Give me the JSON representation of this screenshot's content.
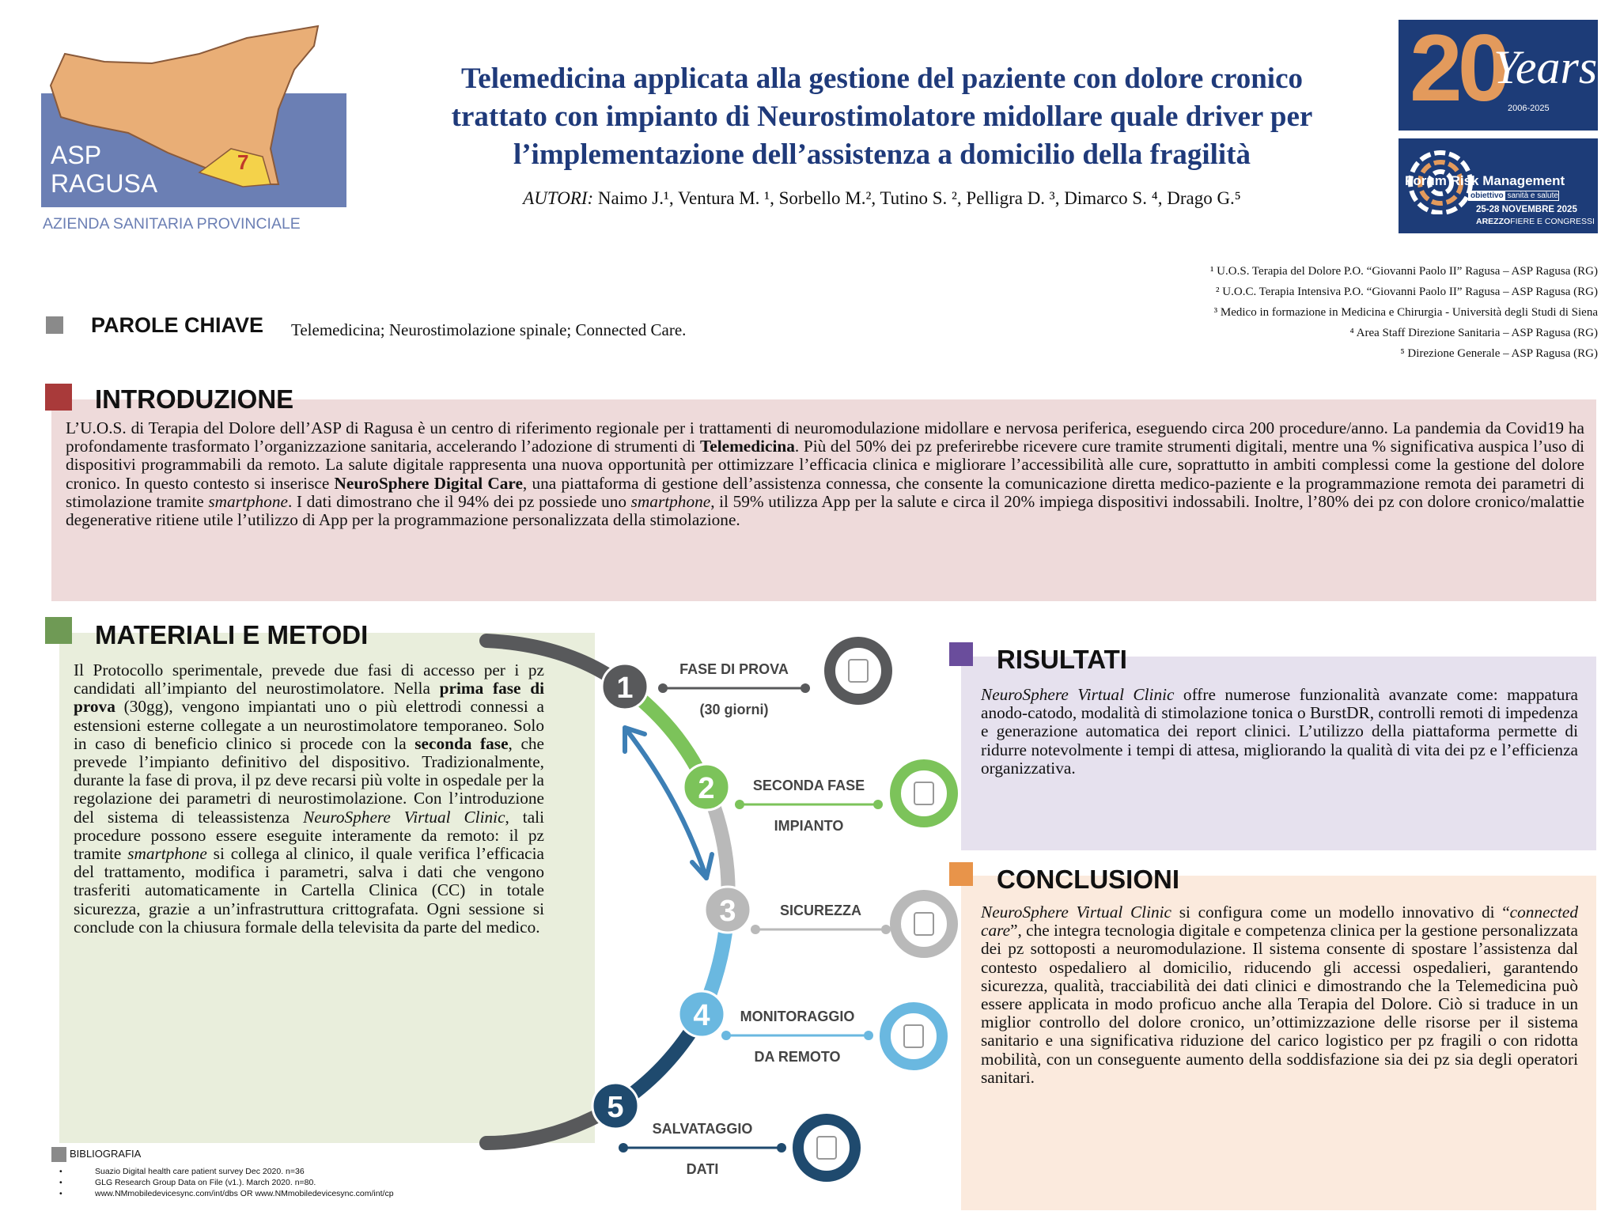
{
  "logo_left": {
    "line1": "ASP",
    "line2": "RAGUSA",
    "district": "7",
    "subtitle": "AZIENDA SANITARIA PROVINCIALE",
    "colors": {
      "map": "#e9ae76",
      "panel": "#6b7fb4"
    }
  },
  "logo_right": {
    "years_big": "20",
    "years_script": "Years",
    "years_range": "2006-2025",
    "forum": "Forum Risk Management",
    "tag1": "obiettivo",
    "tag2": "sanità e salute",
    "dates": "25-28 NOVEMBRE 2025",
    "venue1": "AREZZO",
    "venue2": "FIERE E CONGRESSI"
  },
  "header": {
    "title_lines": [
      "Telemedicina applicata alla gestione del paziente con dolore cronico",
      "trattato con impianto di Neurostimolatore midollare quale driver per",
      "l’implementazione dell’assistenza a domicilio della fragilità"
    ],
    "authors_label": "AUTORI:",
    "authors": " Naimo J.¹, Ventura M. ¹, Sorbello M.², Tutino S. ², Pelligra D. ³, Dimarco S. ⁴, Drago G.⁵"
  },
  "affiliations": [
    "¹ U.O.S. Terapia del Dolore P.O. “Giovanni Paolo II” Ragusa – ASP Ragusa (RG)",
    "² U.O.C. Terapia Intensiva P.O. “Giovanni Paolo II” Ragusa – ASP Ragusa (RG)",
    "³ Medico in formazione in Medicina e Chirurgia - Università degli Studi di Siena",
    "⁴ Area Staff Direzione Sanitaria – ASP Ragusa (RG)",
    "⁵ Direzione Generale – ASP Ragusa (RG)"
  ],
  "keywords": {
    "label": "PAROLE CHIAVE",
    "text": "Telemedicina; Neurostimolazione spinale; Connected Care."
  },
  "intro": {
    "heading": "INTRODUZIONE",
    "color": "#a93a3a",
    "bg": "#eedada",
    "segments": [
      "L’U.O.S. di Terapia del Dolore dell’ASP di Ragusa è un centro di riferimento regionale per i trattamenti di neuromodulazione midollare e nervosa periferica, eseguendo circa 200 procedure/anno. La pandemia da Covid19 ha profondamente trasformato l’organizzazione sanitaria, accelerando l’adozione di strumenti di ",
      "Telemedicina",
      ". Più del 50% dei pz preferirebbe ricevere cure tramite strumenti digitali, mentre una % significativa auspica l’uso di dispositivi programmabili da remoto. La salute digitale rappresenta una nuova opportunità per ottimizzare l’efficacia clinica e migliorare l’accessibilità alle cure, soprattutto in ambiti complessi come la gestione del dolore cronico. In questo contesto si inserisce ",
      "NeuroSphere Digital Care",
      ", una piattaforma di gestione dell’assistenza connessa, che consente la comunicazione diretta medico-paziente e la programmazione remota dei parametri di stimolazione tramite ",
      "smartphone",
      ". I dati dimostrano che il 94% dei pz possiede uno ",
      "smartphone",
      ", il 59% utilizza App per la salute e circa il 20% impiega dispositivi indossabili. Inoltre, l’80% dei pz con dolore cronico/malattie degenerative ritiene utile l’utilizzo di App per la programmazione personalizzata della stimolazione."
    ]
  },
  "methods": {
    "heading": "MATERIALI E METODI",
    "color": "#6f9a55",
    "bg": "#e9eedc",
    "segments": [
      "Il Protocollo sperimentale, prevede due fasi di accesso per i pz candidati all’impianto del neurostimolatore. Nella ",
      "prima fase di prova",
      " (30gg), vengono impiantati uno o più elettrodi connessi a estensioni esterne collegate a un neurostimolatore temporaneo. Solo in caso di beneficio clinico si procede con la ",
      "seconda fase",
      ", che prevede l’impianto definitivo del dispositivo. Tradizionalmente, durante la fase di prova, il pz deve recarsi più volte in ospedale per la regolazione dei parametri di neurostimolazione. Con l’introduzione del sistema di teleassistenza ",
      "NeuroSphere Virtual Clinic",
      ", tali procedure possono essere eseguite interamente da remoto: il pz tramite ",
      "smartphone",
      " si collega al clinico, il quale verifica l’efficacia del trattamento, modifica i parametri, salva i dati che vengono trasferiti automaticamente in Cartella Clinica (CC) in totale sicurezza, grazie a un’infrastruttura crittografata.  Ogni sessione si conclude con la chiusura formale della televisita da parte del medico."
    ]
  },
  "steps": [
    {
      "num": "1",
      "label1": "FASE DI PROVA",
      "label2": "(30 giorni)",
      "color": "#58595b",
      "icon": "touch-network-icon"
    },
    {
      "num": "2",
      "label1": "SECONDA FASE",
      "label2": "IMPIANTO",
      "color": "#7cc35a",
      "icon": "clipboard-chart-icon"
    },
    {
      "num": "3",
      "label1": "SICUREZZA",
      "label2": "",
      "color": "#b9b9b9",
      "icon": "padlock-icon"
    },
    {
      "num": "4",
      "label1": "MONITORAGGIO",
      "label2": "DA REMOTO",
      "color": "#6ab8e0",
      "icon": "sliders-icon"
    },
    {
      "num": "5",
      "label1": "SALVATAGGIO",
      "label2": "DATI",
      "color": "#1f4a6e",
      "icon": "data-transfer-icon"
    }
  ],
  "results": {
    "heading": "RISULTATI",
    "color": "#6a4d9c",
    "bg": "#e6e1ee",
    "segments": [
      "NeuroSphere Virtual Clinic",
      " offre numerose funzionalità avanzate come: mappatura anodo-catodo, modalità di stimolazione tonica o BurstDR, controlli remoti di impedenza e generazione automatica dei report clinici. L’utilizzo della piattaforma permette di ridurre notevolmente i tempi di attesa, migliorando la qualità di vita dei pz e l’efficienza organizzativa."
    ]
  },
  "conclusions": {
    "heading": "CONCLUSIONI",
    "color": "#e8944a",
    "bg": "#fbeadd",
    "segments": [
      "NeuroSphere Virtual Clinic",
      " si configura come un modello innovativo di “",
      "connected care",
      "”, che integra tecnologia digitale e competenza clinica per la gestione personalizzata dei pz sottoposti a neuromodulazione. Il sistema consente di spostare l’assistenza dal contesto ospedaliero al domicilio, riducendo gli accessi ospedalieri, garantendo sicurezza, qualità, tracciabilità dei dati clinici e dimostrando che la Telemedicina può essere applicata in modo proficuo anche alla Terapia del Dolore. Ciò si traduce in un miglior controllo del dolore cronico, un’ottimizzazione delle risorse per il sistema sanitario e una significativa riduzione del carico logistico per pz fragili o con ridotta mobilità, con un conseguente aumento della soddisfazione sia dei pz sia degli operatori sanitari."
    ]
  },
  "bibliography": {
    "heading": "BIBLIOGRAFIA",
    "items": [
      "Suazio Digital health care patient survey Dec 2020. n=36",
      "GLG Research Group Data on File (v1.). March 2020. n=80.",
      "www.NMmobiledevicesync.com/int/dbs OR www.NMmobiledevicesync.com/int/cp"
    ]
  }
}
